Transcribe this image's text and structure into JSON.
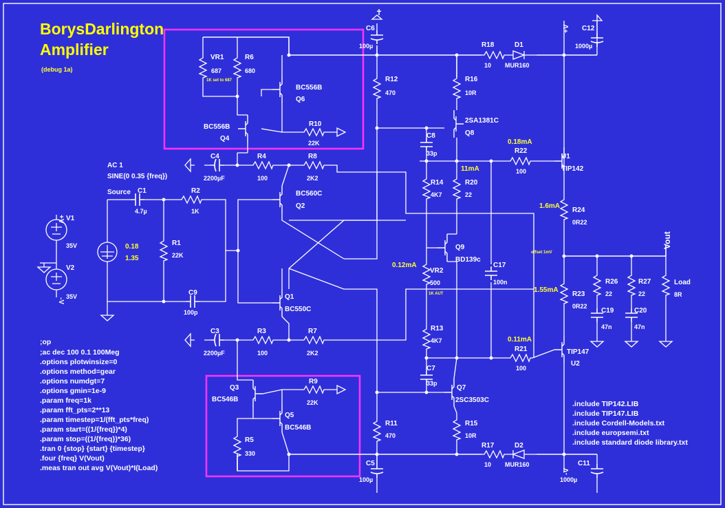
{
  "title": {
    "line1": "BorysDarlington",
    "line2": "Amplifier",
    "subtitle": "(debug 1a)"
  },
  "colors": {
    "background": "#2f2fd9",
    "wire": "#ffffff",
    "label": "#ffffff",
    "annotation": "#ffff33",
    "highlight": "#ff33ff"
  },
  "source": {
    "ac": "AC 1",
    "sine": "SINE(0 0.35 {freq})",
    "name": "Source",
    "dc1": "0.18",
    "dc2": "1.35"
  },
  "supply": {
    "vpos": "+V",
    "vneg": "-V",
    "vout": "Vout"
  },
  "components": {
    "VR1": {
      "name": "VR1",
      "value": "687",
      "note": "1K set to 687"
    },
    "R6": {
      "name": "R6",
      "value": "680"
    },
    "Q6": {
      "name": "Q6",
      "model": "BC556B"
    },
    "Q4": {
      "name": "Q4",
      "model": "BC556B"
    },
    "R10": {
      "name": "R10",
      "value": "22K"
    },
    "C6": {
      "name": "C6",
      "value": "100µ"
    },
    "R18": {
      "name": "R18",
      "value": "10"
    },
    "D1": {
      "name": "D1",
      "model": "MUR160"
    },
    "C12": {
      "name": "C12",
      "value": "1000µ"
    },
    "R12": {
      "name": "R12",
      "value": "470"
    },
    "R16": {
      "name": "R16",
      "value": "10R"
    },
    "Q8": {
      "name": "Q8",
      "model": "2SA1381C"
    },
    "C8": {
      "name": "C8",
      "value": "33p"
    },
    "R22": {
      "name": "R22",
      "value": "100"
    },
    "U1": {
      "name": "U1",
      "model": "TIP142"
    },
    "C4": {
      "name": "C4",
      "value": "2200µF"
    },
    "R4": {
      "name": "R4",
      "value": "100"
    },
    "R8": {
      "name": "R8",
      "value": "2K2"
    },
    "Q2": {
      "name": "Q2",
      "model": "BC560C"
    },
    "C1": {
      "name": "C1",
      "value": "4.7µ"
    },
    "R2": {
      "name": "R2",
      "value": "1K"
    },
    "R14": {
      "name": "R14",
      "value": "4K7"
    },
    "R20": {
      "name": "R20",
      "value": "22"
    },
    "R24": {
      "name": "R24",
      "value": "0R22"
    },
    "V1": {
      "name": "V1",
      "value": "35V"
    },
    "V2": {
      "name": "V2",
      "value": "35V"
    },
    "R1": {
      "name": "R1",
      "value": "22K"
    },
    "Q9": {
      "name": "Q9",
      "model": "BD139c"
    },
    "VR2": {
      "name": "VR2",
      "value": "500",
      "note": "1K AUT"
    },
    "C17": {
      "name": "C17",
      "value": "100n"
    },
    "R26": {
      "name": "R26",
      "value": "22"
    },
    "R27": {
      "name": "R27",
      "value": "22"
    },
    "Load": {
      "name": "Load",
      "value": "8R"
    },
    "C9": {
      "name": "C9",
      "value": "100p"
    },
    "Q1": {
      "name": "Q1",
      "model": "BC550C"
    },
    "R23": {
      "name": "R23",
      "value": "0R22"
    },
    "C19": {
      "name": "C19",
      "value": "47n"
    },
    "C20": {
      "name": "C20",
      "value": "47n"
    },
    "C3": {
      "name": "C3",
      "value": "2200µF"
    },
    "R3": {
      "name": "R3",
      "value": "100"
    },
    "R7": {
      "name": "R7",
      "value": "2K2"
    },
    "R13": {
      "name": "R13",
      "value": "4K7"
    },
    "R21": {
      "name": "R21",
      "value": "100"
    },
    "U2": {
      "name": "U2",
      "model": "TIP147"
    },
    "C7": {
      "name": "C7",
      "value": "33p"
    },
    "Q7": {
      "name": "Q7",
      "model": "2SC3503C"
    },
    "Q3": {
      "name": "Q3",
      "model": "BC546B"
    },
    "Q5": {
      "name": "Q5",
      "model": "BC546B"
    },
    "R9": {
      "name": "R9",
      "value": "22K"
    },
    "R5": {
      "name": "R5",
      "value": "330"
    },
    "R11": {
      "name": "R11",
      "value": "470"
    },
    "R15": {
      "name": "R15",
      "value": "10R"
    },
    "R17": {
      "name": "R17",
      "value": "10"
    },
    "D2": {
      "name": "D2",
      "model": "MUR160"
    },
    "C5": {
      "name": "C5",
      "value": "100µ"
    },
    "C11": {
      "name": "C11",
      "value": "1000µ"
    }
  },
  "currents": {
    "q8": "11mA",
    "r22": "0.18mA",
    "r24": "1.6mA",
    "vr2": "0.12mA",
    "r23": "1.55mA",
    "r21": "0.11mA",
    "offset": "offset 1mV"
  },
  "spice": [
    ";op",
    ";ac dec 100 0.1 100Meg",
    ".options plotwinsize=0",
    ".options method=gear",
    ".options numdgt=7",
    ".options gmin=1e-9",
    ".param freq=1k",
    ".param fft_pts=2**13",
    ".param timestep=1/(fft_pts*freq)",
    ".param start=((1/{freq})*4)",
    ".param stop=((1/{freq})*36)",
    ".tran 0 {stop} {start} {timestep}",
    ".four {freq} V(Vout)",
    ".meas tran out avg V(Vout)*I(Load)"
  ],
  "includes": [
    ".include TIP142.LIB",
    ".include TIP147.LIB",
    ".include Cordell-Models.txt",
    ".include europsemi.txt",
    ".include standard diode library.txt"
  ]
}
